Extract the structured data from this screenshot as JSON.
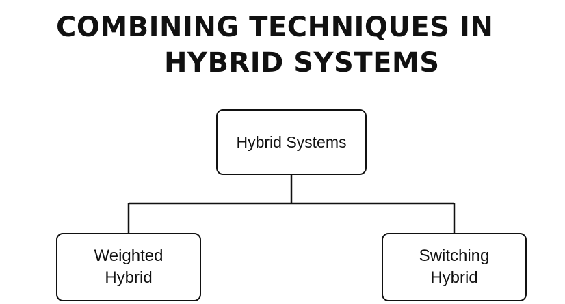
{
  "title": {
    "line1": "COMBINING TECHNIQUES IN",
    "line2": "HYBRID SYSTEMS"
  },
  "diagram": {
    "root": {
      "label": "Hybrid Systems"
    },
    "children": [
      {
        "label": "Weighted Hybrid"
      },
      {
        "label": "Switching Hybrid"
      }
    ]
  },
  "colors": {
    "stroke": "#111111",
    "background": "#ffffff",
    "text": "#111111"
  }
}
